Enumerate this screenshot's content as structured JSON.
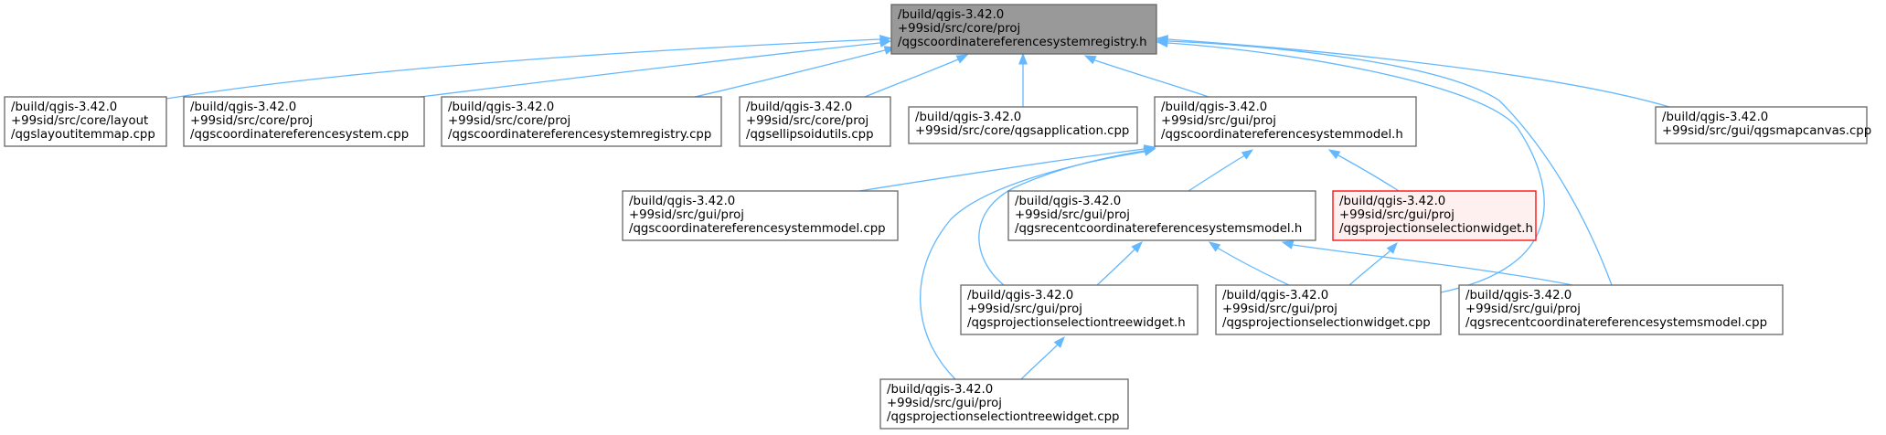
{
  "colors": {
    "edge": "#63b8ff",
    "node_border": "#666666",
    "node_fill": "#ffffff",
    "root_fill": "#999999",
    "root_border": "#666666",
    "highlight_fill": "#fff0f0",
    "highlight_border": "#ff0000"
  },
  "nodes": [
    {
      "id": "registry_h",
      "style": "root",
      "lines": [
        "/build/qgis-3.42.0",
        "+99sid/src/core/proj",
        "/qgscoordinatereferencesystemregistry.h"
      ]
    },
    {
      "id": "layoutitemmap_cpp",
      "style": "normal",
      "lines": [
        "/build/qgis-3.42.0",
        "+99sid/src/core/layout",
        "/qgslayoutitemmap.cpp"
      ]
    },
    {
      "id": "crs_cpp",
      "style": "normal",
      "lines": [
        "/build/qgis-3.42.0",
        "+99sid/src/core/proj",
        "/qgscoordinatereferencesystem.cpp"
      ]
    },
    {
      "id": "registry_cpp",
      "style": "normal",
      "lines": [
        "/build/qgis-3.42.0",
        "+99sid/src/core/proj",
        "/qgscoordinatereferencesystemregistry.cpp"
      ]
    },
    {
      "id": "ellipsoidutils_cpp",
      "style": "normal",
      "lines": [
        "/build/qgis-3.42.0",
        "+99sid/src/core/proj",
        "/qgsellipsoidutils.cpp"
      ]
    },
    {
      "id": "application_cpp",
      "style": "normal",
      "lines": [
        "/build/qgis-3.42.0",
        "+99sid/src/core/qgsapplication.cpp"
      ]
    },
    {
      "id": "crsmodel_h",
      "style": "normal",
      "lines": [
        "/build/qgis-3.42.0",
        "+99sid/src/gui/proj",
        "/qgscoordinatereferencesystemmodel.h"
      ]
    },
    {
      "id": "mapcanvas_cpp",
      "style": "normal",
      "lines": [
        "/build/qgis-3.42.0",
        "+99sid/src/gui/qgsmapcanvas.cpp"
      ]
    },
    {
      "id": "crsmodel_cpp",
      "style": "normal",
      "lines": [
        "/build/qgis-3.42.0",
        "+99sid/src/gui/proj",
        "/qgscoordinatereferencesystemmodel.cpp"
      ]
    },
    {
      "id": "recentmodel_h",
      "style": "normal",
      "lines": [
        "/build/qgis-3.42.0",
        "+99sid/src/gui/proj",
        "/qgsrecentcoordinatereferencesystemsmodel.h"
      ]
    },
    {
      "id": "projselwidget_h",
      "style": "highlight",
      "lines": [
        "/build/qgis-3.42.0",
        "+99sid/src/gui/proj",
        "/qgsprojectionselectionwidget.h"
      ]
    },
    {
      "id": "treewidget_h",
      "style": "normal",
      "lines": [
        "/build/qgis-3.42.0",
        "+99sid/src/gui/proj",
        "/qgsprojectionselectiontreewidget.h"
      ]
    },
    {
      "id": "projselwidget_cpp",
      "style": "normal",
      "lines": [
        "/build/qgis-3.42.0",
        "+99sid/src/gui/proj",
        "/qgsprojectionselectionwidget.cpp"
      ]
    },
    {
      "id": "recentmodel_cpp",
      "style": "normal",
      "lines": [
        "/build/qgis-3.42.0",
        "+99sid/src/gui/proj",
        "/qgsrecentcoordinatereferencesystemsmodel.cpp"
      ]
    },
    {
      "id": "treewidget_cpp",
      "style": "normal",
      "lines": [
        "/build/qgis-3.42.0",
        "+99sid/src/gui/proj",
        "/qgsprojectionselectiontreewidget.cpp"
      ]
    }
  ],
  "edges": [
    {
      "from": "layoutitemmap_cpp",
      "to": "registry_h"
    },
    {
      "from": "crs_cpp",
      "to": "registry_h"
    },
    {
      "from": "registry_cpp",
      "to": "registry_h"
    },
    {
      "from": "ellipsoidutils_cpp",
      "to": "registry_h"
    },
    {
      "from": "application_cpp",
      "to": "registry_h"
    },
    {
      "from": "crsmodel_h",
      "to": "registry_h"
    },
    {
      "from": "projselwidget_cpp",
      "to": "registry_h"
    },
    {
      "from": "recentmodel_cpp",
      "to": "registry_h"
    },
    {
      "from": "mapcanvas_cpp",
      "to": "registry_h"
    },
    {
      "from": "crsmodel_cpp",
      "to": "crsmodel_h"
    },
    {
      "from": "recentmodel_h",
      "to": "crsmodel_h"
    },
    {
      "from": "projselwidget_h",
      "to": "crsmodel_h"
    },
    {
      "from": "treewidget_h",
      "to": "crsmodel_h"
    },
    {
      "from": "treewidget_cpp",
      "to": "crsmodel_h"
    },
    {
      "from": "treewidget_h",
      "to": "recentmodel_h"
    },
    {
      "from": "projselwidget_cpp",
      "to": "recentmodel_h"
    },
    {
      "from": "recentmodel_cpp",
      "to": "recentmodel_h"
    },
    {
      "from": "projselwidget_cpp",
      "to": "projselwidget_h"
    },
    {
      "from": "treewidget_cpp",
      "to": "treewidget_h"
    }
  ]
}
